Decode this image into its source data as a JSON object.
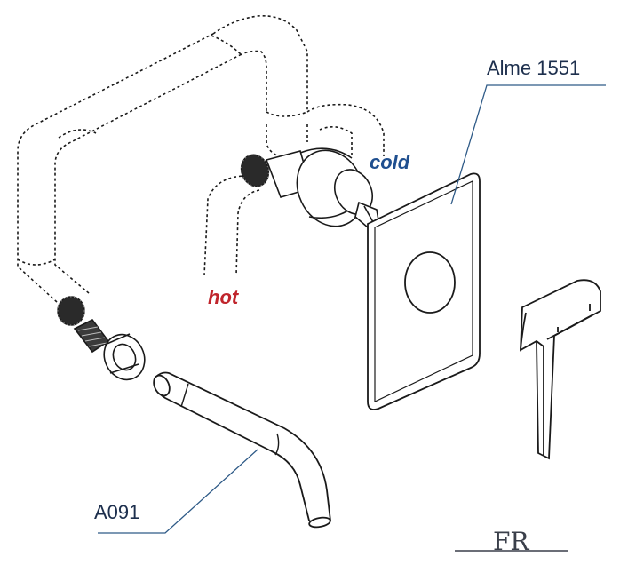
{
  "labels": {
    "body_part": "Alme 1551",
    "spout_part": "A091",
    "hot": "hot",
    "cold": "cold"
  },
  "logo": {
    "text": "FR"
  },
  "colors": {
    "line": "#1a1a1a",
    "leader": "#2e5a87",
    "hot": "#c0252c",
    "cold": "#1f4f8f",
    "part_label": "#1d2f4d"
  }
}
